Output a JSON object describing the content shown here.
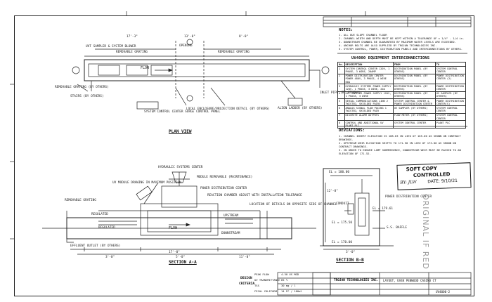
{
  "plan_view": {
    "title": "PLAN VIEW",
    "labels": {
      "uv_sampler": "UVT SAMPLER & SYSTEM BLOWER",
      "removable_grating": "REMOVABLE GRATING",
      "opening": "OPENING",
      "removable_grating_right": "REMOVABLE GRATING",
      "removable_grating_left": "REMOVABLE GRATING (BY OTHERS)",
      "stairs": "STAIRS (BY OTHERS)",
      "flow": "FLOW",
      "system_control_center": "SYSTEM CONTROL CENTER SURGE CONTROL PANEL",
      "local_enclosure": "LOCAL ENCLOSURE/PROJECTION DETAIL (BY OTHERS)",
      "inlet_pipe": "INLET PIPE (BY OTHERS)",
      "align_ladder": "ALIGN LADDER (BY OTHERS)",
      "dim_a": "17'-3\"",
      "dim_b": "13'-0\"",
      "dim_c": "8'-0\""
    }
  },
  "section_aa": {
    "title": "SECTION A-A",
    "labels": {
      "uv_module_drawing": "UV MODULE DRAWING IN MAXIMUM POSITION",
      "hydraulic_systems": "HYDRAULIC SYSTEMS CENTER",
      "module_removable": "MODULE REMOVABLE (MAINTENANCE)",
      "power_distribution": "POWER DISTRIBUTION CENTER",
      "reaction_chamber": "REACTION CHAMBER ADJUST WITH INSTALLATION TOLERANCE",
      "removable_grating": "REMOVABLE GRATING",
      "location_details": "LOCATION OF DETAILS ON OPPOSITE SIDE OF CHANNEL",
      "regulated": "REGULATED",
      "regulated2": "REGULATED",
      "effluent_outlet": "EFFLUENT OUTLET (BY OTHERS)",
      "flow": "FLOW",
      "upstream": "UPSTREAM",
      "downstream": "DOWNSTREAM",
      "dim_total": "17'-0\"",
      "dim_a": "3'-0\"",
      "dim_b": "5'-0\"",
      "dim_c": "11'-0\""
    }
  },
  "section_bb": {
    "title": "SECTION B-B",
    "labels": {
      "power_center": "POWER DISTRIBUTION CENTER",
      "conduit": "CONDUIT",
      "ss_baffle": "S.S. BAFFLE",
      "el_top": "EL = 100.00",
      "el_mid": "EL = 179.61",
      "el_low": "EL = 175.50",
      "el_bottom": "EL = 170.00",
      "dim_height": "12'-0\"",
      "dim_width": "3'-0\""
    }
  },
  "notes": {
    "heading": "NOTES:",
    "items": [
      "1. ALL 8UE SLOPE CHANNEL FLOOR",
      "2. CHANNEL WIDTH AND DEPTH MUST BE KEPT WITHIN A TOLERANCE OF ± 1/4\" - 1/4 in.",
      "3. DOWNSTREAM CHANNEL BE GUARANTEED BY MAXIMUM WATER LEVELS ARE EXCEEDED.",
      "4. ANCHOR BOLTS ARE ALSO SUPPLIED BY TROJAN TECHNOLOGIES INC.",
      "5. SYSTEM CONTROL, POWER, DISTRIBUTION PANELS AND INTERCONNECTIONS BY OTHERS."
    ]
  },
  "equipment_table": {
    "heading": "UV4000 EQUIPMENT INTERCONNECTIONS",
    "columns": [
      "No.",
      "DESCRIPTION",
      "FROM",
      "TO"
    ],
    "rows": [
      [
        "1",
        "SYSTEM CONTROL CENTER 120V, 1 PHASE, 3 WIRE, 20AMP",
        "DISTRIBUTION PANEL (BY OTHERS)",
        "SYSTEM CONTROL CENTER"
      ],
      [
        "2",
        "POWER DISTRIBUTION CENTER POWER 480V, 3 PHASE, 4 WIRE 60A",
        "DISTRIBUTION PANEL (BY OTHERS)",
        "POWER DISTRIBUTION CENTER (2)"
      ],
      [
        "3",
        "HYDRAULIC SYSTEMS POWER SUPPLY 120V, 1 PHASE, 3 WIRE, 20A",
        "DISTRIBUTION PANEL (BY OTHERS)",
        "POWER DISTRIBUTION CENTER"
      ],
      [
        "4",
        "UVT SAMPLER POWER SUPPLY 120V, 1 PHASE, 3 WIRE",
        "DISTRIBUTION PANEL (BY OTHERS)",
        "UV SAMPLER (BY OTHERS)"
      ],
      [
        "5",
        "SERIAL COMMUNICATIONS LINK 2 TWISTED, SHIELDED PAIRS",
        "SYSTEM CONTROL CENTER & POWER DISTRIBUTION CENTER",
        "POWER DISTRIBUTION CENTER(S)"
      ],
      [
        "6",
        "ANALOG SIGNAL FLOW PACING 1 TWISTED, SHIELDED PAIR",
        "UV SAMPLER (BY OTHERS)",
        "SYSTEM CONTROL CENTER"
      ],
      [
        "7",
        "DISCRETE ALARM OUTPUTS",
        "FLOW METER (BY OTHERS)",
        "SYSTEM CONTROL CENTER"
      ],
      [
        "8",
        "CONTROL AND ADDITIONAL UV PLANT PLC",
        "SYSTEM CONTROL CENTER",
        "PLANT PLC"
      ]
    ]
  },
  "deviations": {
    "heading": "DEVIATIONS:",
    "items": [
      "1. CHANNEL INVERT ELEVATION IS 168.63 IN LIEU OF 165.00 AS SHOWN ON CONTRACT DRAWINGS.",
      "2. UPSTREAM WEIR ELEVATION SHIFTS TO 171.50 IN LIEU OF 173.00 AS SHOWN ON CONTRACT DRAWINGS.",
      "3. IN ORDER TO ENSURE LAMP SUBMERGENCE, DOWNSTREAM WEIR MUST BE RAISED TO AN ELEVATION OF 171.52."
    ]
  },
  "stamp": {
    "line1": "SOFT COPY",
    "line2": "CONTROLLED",
    "by_label": "BY:",
    "by_value": "JLW",
    "date_label": "DATE:",
    "date_value": "9/10/21"
  },
  "original_mark": "ORIGINAL IF RED",
  "design_criteria": {
    "heading_1": "DESIGN",
    "heading_2": "CRITERIA",
    "peak_flow_label": "PEAK FLOW",
    "peak_flow_value": "4.50 US MGD",
    "uvt_label": "UV TRANSMITTANCE",
    "uvt_value": "65 %",
    "tss_label": "TSS",
    "tss_value": "30 mg / l",
    "coliform_label": "FECAL COLIFORM",
    "coliform_value": "14 FC / 100ml"
  },
  "title_block": {
    "company": "TROJAN TECHNOLOGIES INC.",
    "drawing_title": "LAYOUT, UV4K PENWOOD CASINO CT",
    "drawing_no": "UV4000-2"
  }
}
